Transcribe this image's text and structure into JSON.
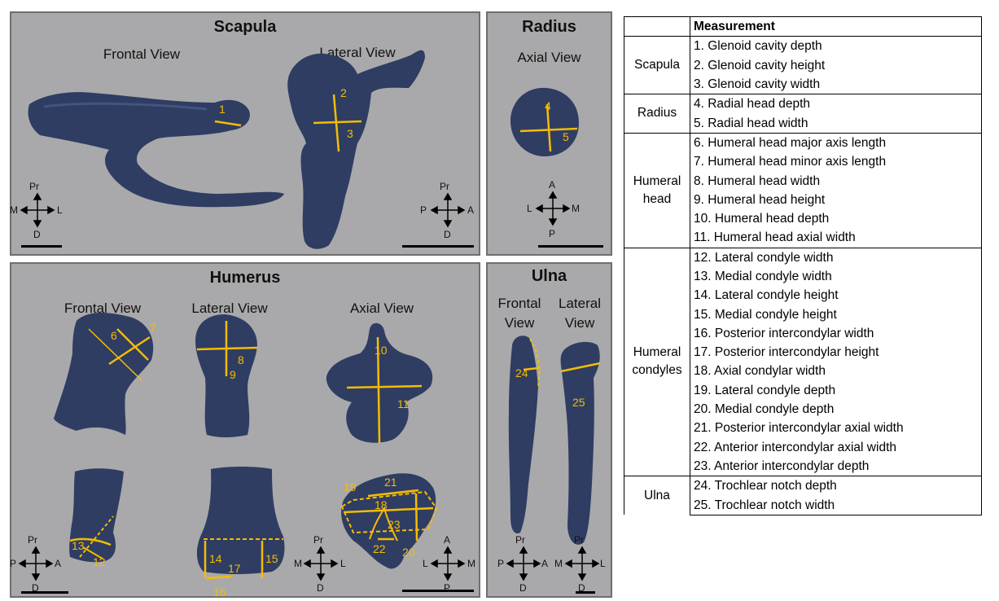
{
  "colors": {
    "panel_bg": "#a9a9ab",
    "bone": "#2f3d63",
    "bone_light": "#3f4f7c",
    "measure": "#f5bd00",
    "border": "#6f6f6f"
  },
  "scapula": {
    "title": "Scapula",
    "frontal": "Frontal View",
    "lateral": "Lateral View",
    "nums": [
      "1",
      "2",
      "3"
    ],
    "compass_left": {
      "up": "Pr",
      "left": "M",
      "right": "L",
      "down": "D"
    },
    "compass_right": {
      "up": "Pr",
      "left": "P",
      "right": "A",
      "down": "D"
    }
  },
  "radius": {
    "title": "Radius",
    "axial": "Axial View",
    "nums": [
      "4",
      "5"
    ],
    "compass": {
      "up": "A",
      "left": "L",
      "right": "M",
      "down": "P"
    }
  },
  "humerus": {
    "title": "Humerus",
    "frontal": "Frontal View",
    "lateral": "Lateral View",
    "axial": "Axial View",
    "nums": [
      "6",
      "7",
      "8",
      "9",
      "10",
      "11",
      "12",
      "13",
      "14",
      "15",
      "16",
      "17",
      "18",
      "19",
      "20",
      "21",
      "22",
      "23"
    ],
    "compass_a": {
      "up": "Pr",
      "left": "P",
      "right": "A",
      "down": "D"
    },
    "compass_b": {
      "up": "Pr",
      "left": "M",
      "right": "L",
      "down": "D"
    },
    "compass_c": {
      "up": "A",
      "left": "L",
      "right": "M",
      "down": "P"
    }
  },
  "ulna": {
    "title": "Ulna",
    "frontal_1": "Frontal",
    "frontal_2": "View",
    "lateral_1": "Lateral",
    "lateral_2": "View",
    "nums": [
      "24",
      "25"
    ],
    "compass_a": {
      "up": "Pr",
      "left": "P",
      "right": "A",
      "down": "D"
    },
    "compass_b": {
      "up": "Pr",
      "left": "M",
      "right": "L",
      "down": "D"
    }
  },
  "table": {
    "header": "Measurement",
    "groups": [
      {
        "name": [
          "Scapula"
        ],
        "items": [
          "1. Glenoid cavity depth",
          "2. Glenoid cavity height",
          "3. Glenoid cavity width"
        ]
      },
      {
        "name": [
          "Radius"
        ],
        "items": [
          "4. Radial head depth",
          "5. Radial head width"
        ]
      },
      {
        "name": [
          "Humeral",
          "head"
        ],
        "items": [
          "6. Humeral head major axis length",
          "7. Humeral head minor axis length",
          "8. Humeral head width",
          "9. Humeral head height",
          "10. Humeral head depth",
          "11. Humeral head axial width"
        ]
      },
      {
        "name": [
          "Humeral",
          "condyles"
        ],
        "items": [
          "12. Lateral condyle width",
          "13. Medial condyle width",
          "14. Lateral condyle height",
          "15. Medial condyle height",
          "16. Posterior intercondylar width",
          "17. Posterior intercondylar height",
          "18. Axial condylar width",
          "19. Lateral condyle depth",
          "20. Medial condyle depth",
          "21. Posterior intercondylar axial width",
          "22. Anterior intercondylar axial width",
          "23. Anterior intercondylar depth"
        ]
      },
      {
        "name": [
          "Ulna"
        ],
        "items": [
          "24. Trochlear notch depth",
          "25. Trochlear notch width"
        ]
      }
    ]
  }
}
